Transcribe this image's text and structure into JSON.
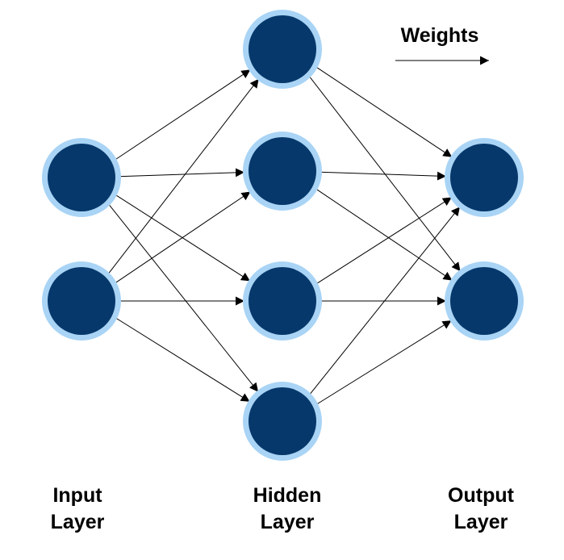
{
  "legend": {
    "label": "Weights"
  },
  "layers": [
    {
      "id": "input",
      "line1": "Input",
      "line2": "Layer",
      "neurons": 2
    },
    {
      "id": "hidden",
      "line1": "Hidden",
      "line2": "Layer",
      "neurons": 4
    },
    {
      "id": "output",
      "line1": "Output",
      "line2": "Layer",
      "neurons": 2
    }
  ],
  "colors": {
    "neuron_fill": "#06386b",
    "neuron_ring": "#a9d4f5",
    "edge": "#000000",
    "text": "#000000"
  }
}
